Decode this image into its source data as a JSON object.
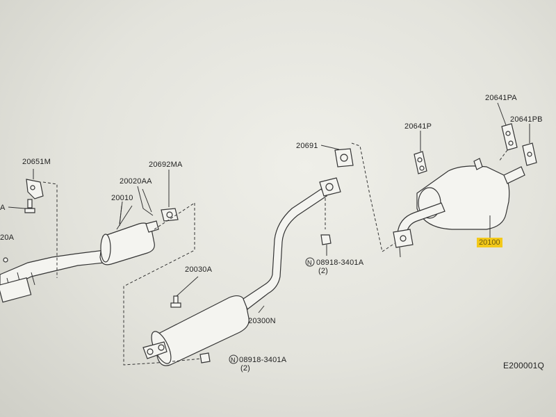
{
  "labels": {
    "p20651m": "20651M",
    "p20692ma": "20692MA",
    "p20020aa": "20020AA",
    "p20010": "20010",
    "p20030a": "20030A",
    "p20300n": "20300N",
    "p20691": "20691",
    "p20641p": "20641P",
    "p20641pa": "20641PA",
    "p20641pb": "20641PB",
    "p20100": "20100",
    "nut1": "08918-3401A",
    "nut1_qty": "(2)",
    "nut2": "08918-3401A",
    "nut2_qty": "(2)",
    "n_symbol": "N",
    "edge_a1": "A",
    "edge_a2": "20A",
    "diagram_code": "E200001Q"
  },
  "colors": {
    "highlight": "#f3c91a",
    "ink": "#1f1f1f",
    "paper": "#efefe9"
  }
}
